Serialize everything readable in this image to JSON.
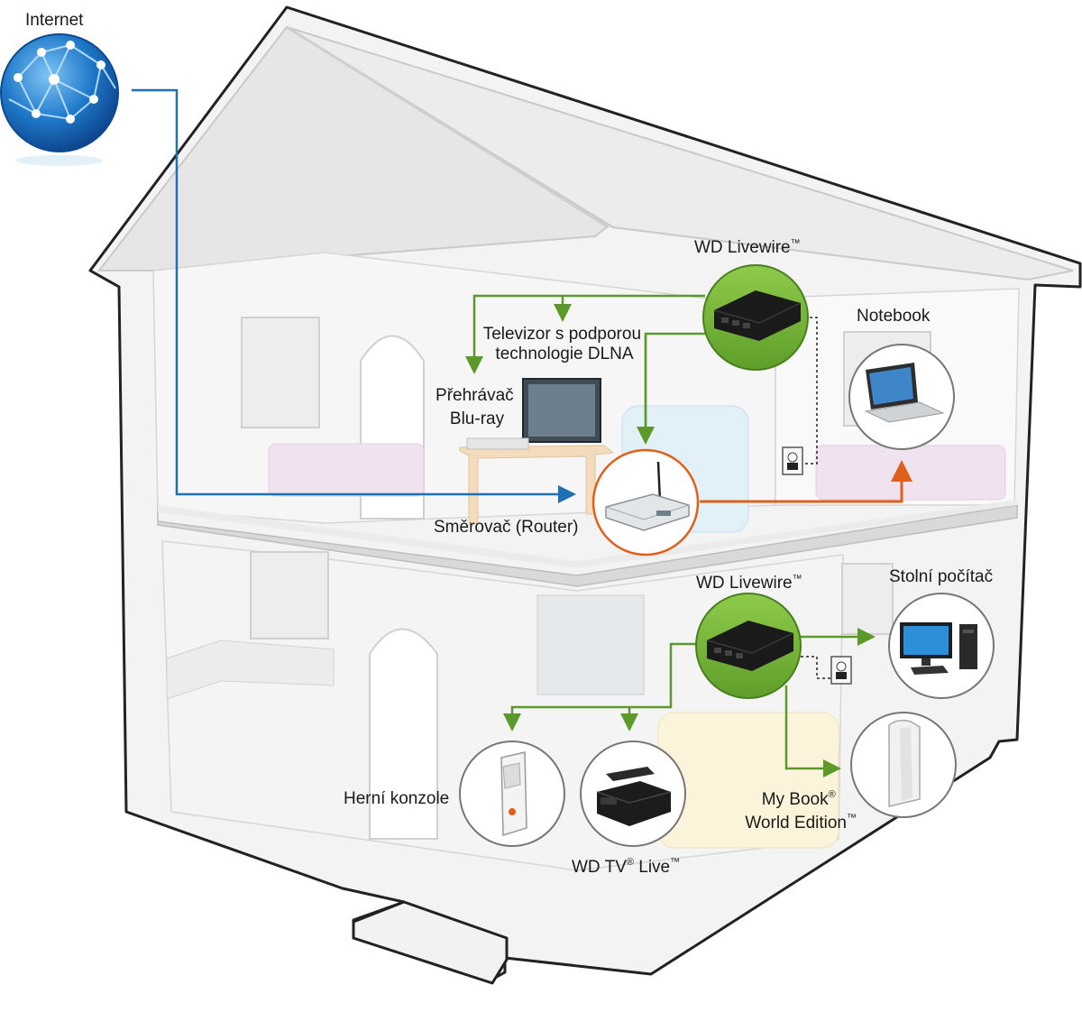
{
  "labels": {
    "internet": "Internet",
    "livewire_top": "WD Livewire",
    "livewire_bottom": "WD Livewire",
    "notebook": "Notebook",
    "tv_line1": "Televizor s podporou",
    "tv_line2": "technologie DLNA",
    "bluray_line1": "Přehrávač",
    "bluray_line2": "Blu-ray",
    "router": "Směrovač (Router)",
    "desktop": "Stolní počítač",
    "console": "Herní konzole",
    "wdtv_a": "WD TV",
    "wdtv_b": " Live",
    "mybook_line1": "My Book",
    "mybook_line2": "World Edition"
  },
  "marks": {
    "tm": "™",
    "reg": "®"
  },
  "colors": {
    "internet_link": "#1f6fb5",
    "livewire_link": "#5b9a2a",
    "livewire_circle": "#7cbc3c",
    "router_link": "#e0601a",
    "house_fill": "#f2f2f2",
    "house_outline": "#222222"
  },
  "icons": [
    "globe-icon",
    "livewire-device-icon",
    "router-icon",
    "laptop-icon",
    "desktop-pc-icon",
    "game-console-icon",
    "media-player-icon",
    "external-drive-icon",
    "power-outlet-icon"
  ]
}
